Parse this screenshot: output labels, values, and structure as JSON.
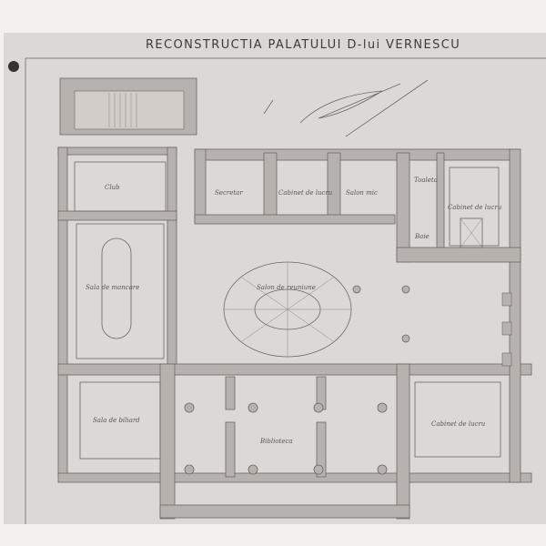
{
  "title": "RECONSTRUCTIA PALATULUI D-lui VERNESCU",
  "rooms": {
    "top_left": "Club",
    "secretary": "Secretar",
    "office_small": "Cabinet de lucru",
    "small_salon": "Salon mic",
    "toilet": "Toaleta",
    "bath": "Baie",
    "right_office": "Cabinet de lucru",
    "dining": "Sala de mancare",
    "reception": "Salon de reuniune",
    "billiard": "Sala de biliard",
    "library": "Biblioteca",
    "bottom_right_office": "Cabinet de lucru"
  },
  "colors": {
    "paper": "#dcd8d5",
    "ink": "#6d6764",
    "wall": "#b8b2ae"
  }
}
